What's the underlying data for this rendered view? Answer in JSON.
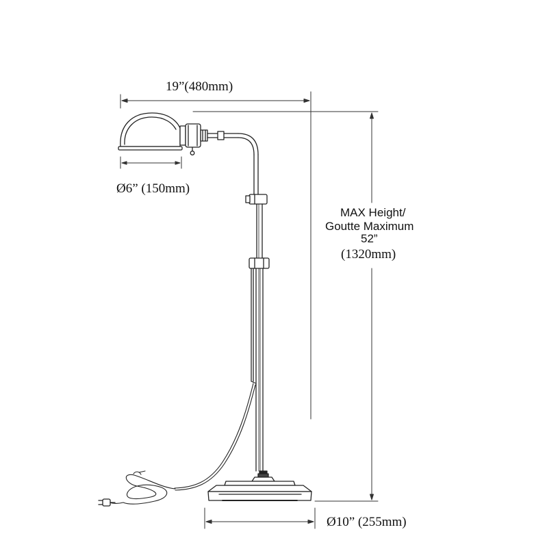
{
  "dimensions": {
    "arm_reach": "19”(480mm)",
    "shade_diameter": "Ø6” (150mm)",
    "max_height_label_en": "MAX Height/",
    "max_height_label_fr": "Goutte Maximum",
    "max_height_in": "52”",
    "max_height_mm": "(1320mm)",
    "base_diameter": "Ø10” (255mm)"
  },
  "colors": {
    "line": "#222222",
    "dim_line": "#333333",
    "background": "#ffffff"
  }
}
